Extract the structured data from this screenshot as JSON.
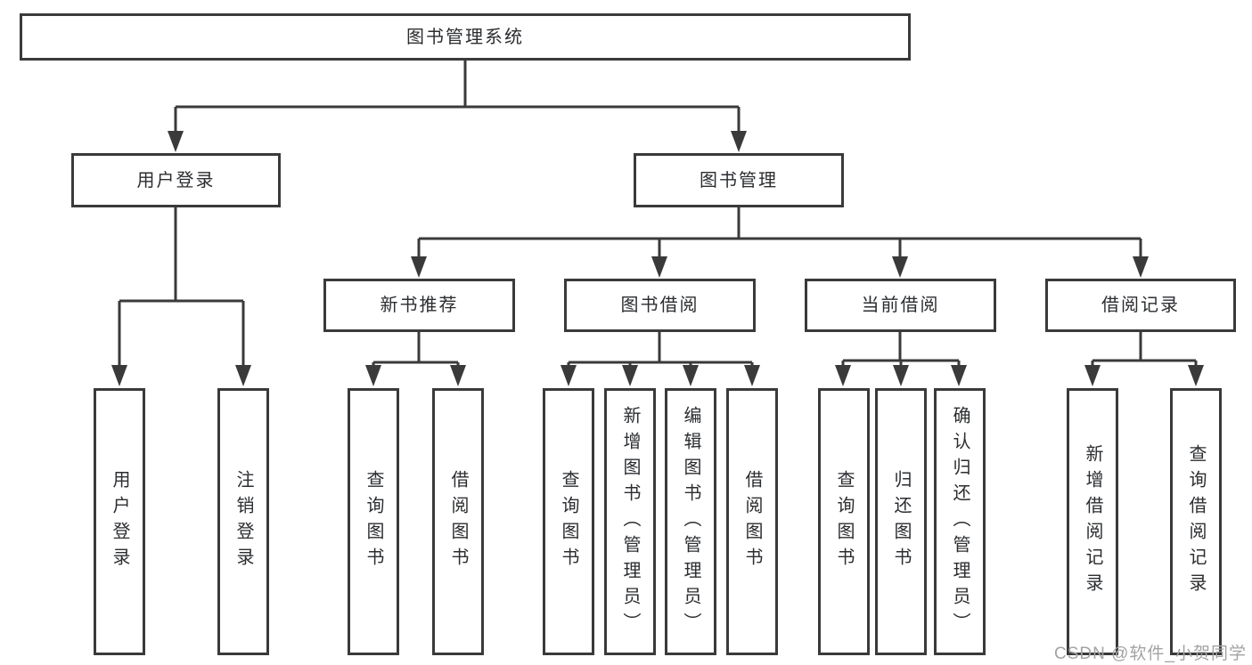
{
  "diagram": {
    "title": "图书管理系统",
    "root": {
      "label": "图书管理系统"
    },
    "level2": [
      {
        "label": "用户登录"
      },
      {
        "label": "图书管理"
      }
    ],
    "level3": [
      {
        "label": "新书推荐"
      },
      {
        "label": "图书借阅"
      },
      {
        "label": "当前借阅"
      },
      {
        "label": "借阅记录"
      }
    ],
    "leaves": {
      "user_login": [
        "用户登录",
        "注销登录"
      ],
      "new_book_recommend": [
        "查询图书",
        "借阅图书"
      ],
      "book_borrow": [
        "查询图书",
        "新增图书（管理员）",
        "编辑图书（管理员）",
        "借阅图书"
      ],
      "current_borrow": [
        "查询图书",
        "归还图书",
        "确认归还（管理员）"
      ],
      "borrow_records": [
        "新增借阅记录",
        "查询借阅记录"
      ]
    },
    "watermark": "CSDN @软件_小贺同学",
    "colors": {
      "line": "#3a3a3a",
      "text": "#2b2d30",
      "watermark": "#a3a3a3",
      "background": "#ffffff"
    }
  }
}
